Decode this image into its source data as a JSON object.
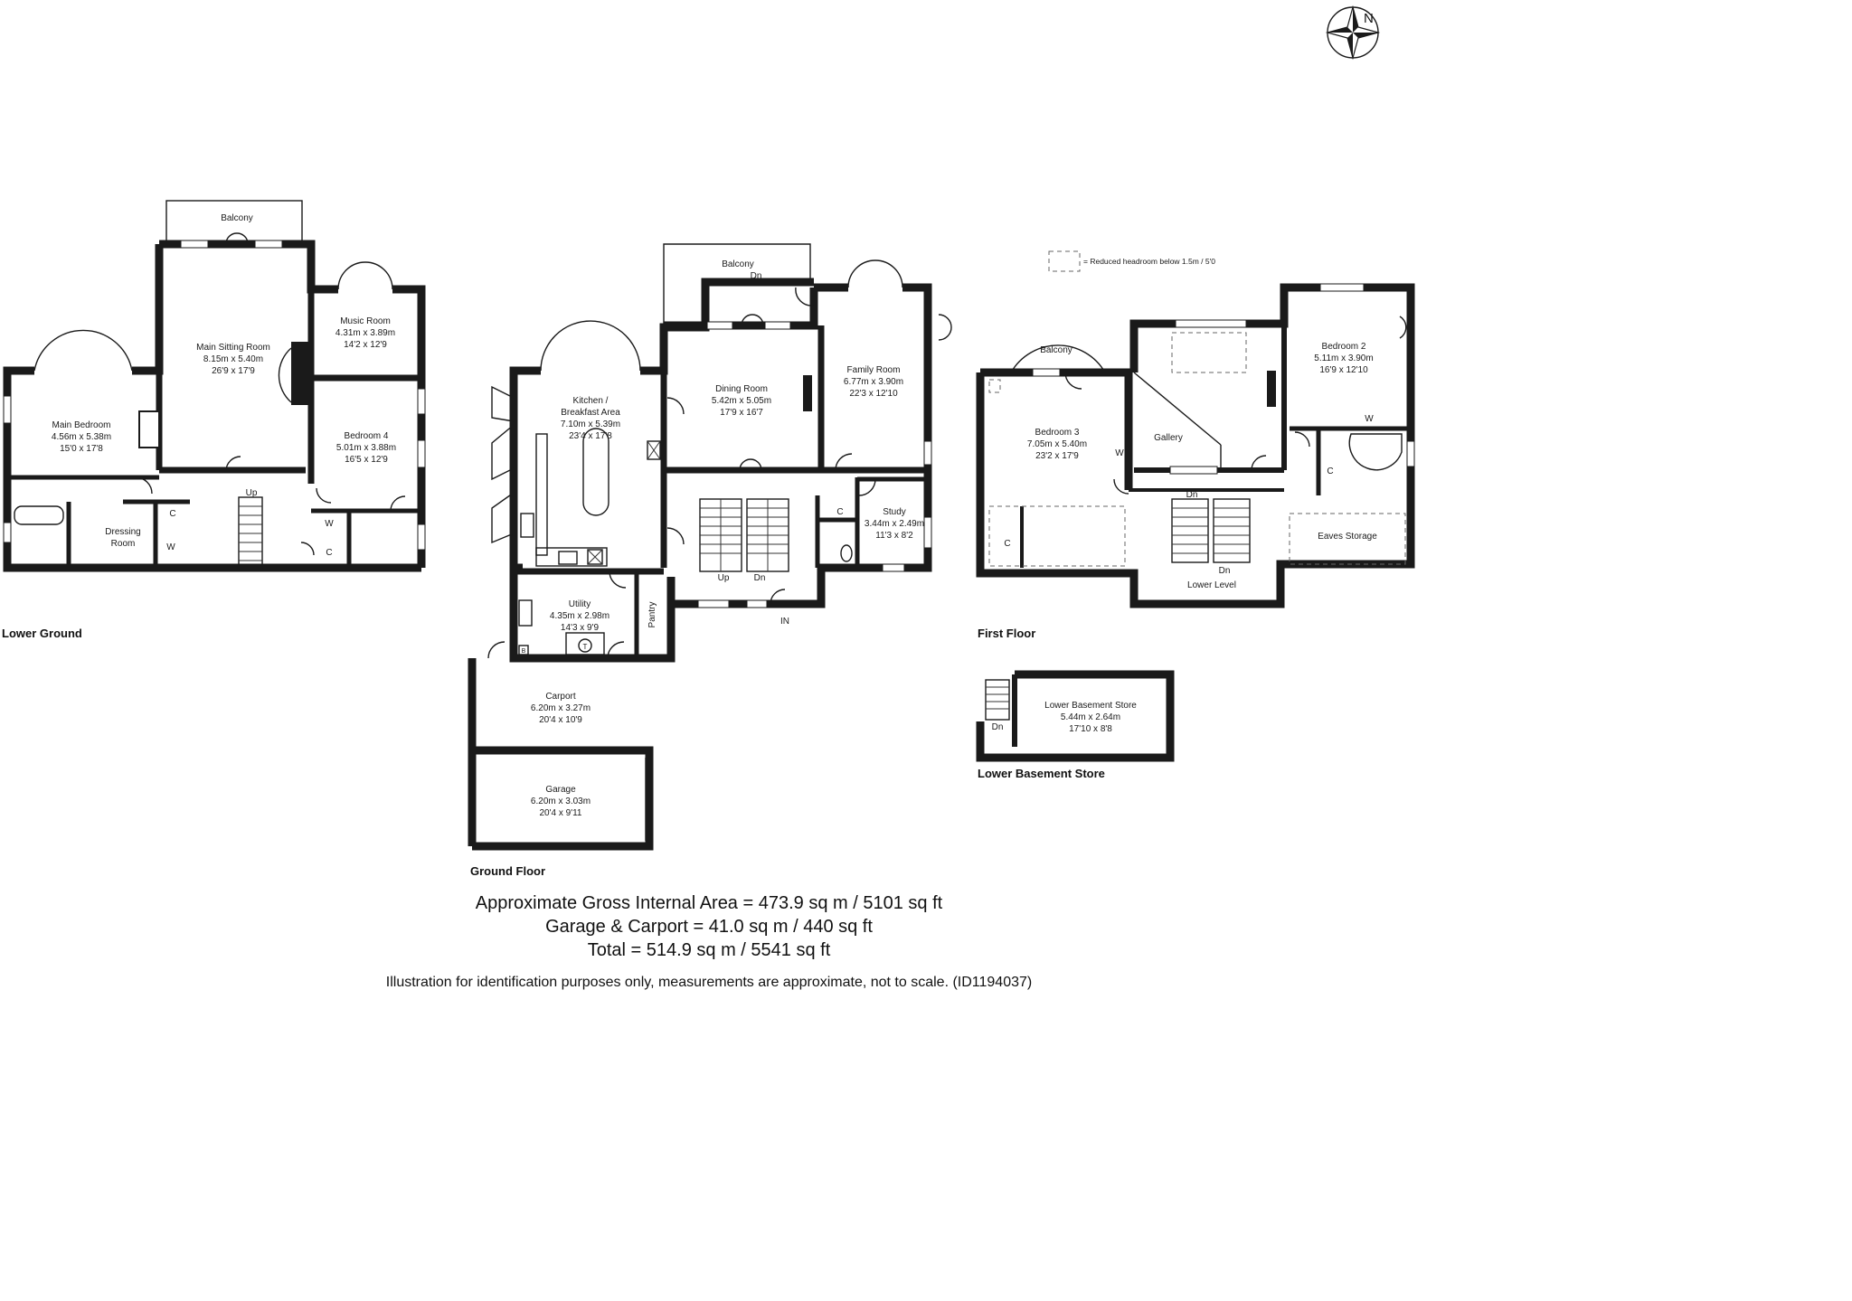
{
  "floors": {
    "lower_ground": "Lower Ground",
    "ground_floor": "Ground Floor",
    "first_floor": "First Floor",
    "lower_basement": "Lower Basement Store"
  },
  "compass": {
    "north": "N"
  },
  "legend": {
    "reduced_headroom": "= Reduced headroom below 1.5m / 5'0"
  },
  "rooms": {
    "lg_balcony": {
      "name": "Balcony"
    },
    "main_sitting": {
      "name": "Main Sitting Room",
      "metric": "8.15m x 5.40m",
      "imperial": "26'9 x 17'9"
    },
    "music": {
      "name": "Music Room",
      "metric": "4.31m x 3.89m",
      "imperial": "14'2 x 12'9"
    },
    "main_bedroom": {
      "name": "Main Bedroom",
      "metric": "4.56m x 5.38m",
      "imperial": "15'0 x 17'8"
    },
    "bedroom4": {
      "name": "Bedroom 4",
      "metric": "5.01m x 3.88m",
      "imperial": "16'5 x 12'9"
    },
    "dressing": {
      "name1": "Dressing",
      "name2": "Room"
    },
    "gf_balcony": {
      "name": "Balcony",
      "dn": "Dn"
    },
    "kitchen": {
      "name1": "Kitchen /",
      "name2": "Breakfast Area",
      "metric": "7.10m x 5.39m",
      "imperial": "23'4 x 17'8"
    },
    "dining": {
      "name": "Dining Room",
      "metric": "5.42m x 5.05m",
      "imperial": "17'9 x 16'7"
    },
    "family": {
      "name": "Family Room",
      "metric": "6.77m x 3.90m",
      "imperial": "22'3 x 12'10"
    },
    "study": {
      "name": "Study",
      "metric": "3.44m x 2.49m",
      "imperial": "11'3 x 8'2"
    },
    "utility": {
      "name": "Utility",
      "metric": "4.35m x 2.98m",
      "imperial": "14'3 x 9'9"
    },
    "pantry": {
      "name": "Pantry"
    },
    "carport": {
      "name": "Carport",
      "metric": "6.20m x 3.27m",
      "imperial": "20'4 x 10'9"
    },
    "garage": {
      "name": "Garage",
      "metric": "6.20m x 3.03m",
      "imperial": "20'4 x 9'11"
    },
    "ff_balcony": {
      "name": "Balcony"
    },
    "bedroom3": {
      "name": "Bedroom 3",
      "metric": "7.05m x 5.40m",
      "imperial": "23'2 x 17'9"
    },
    "gallery": {
      "name": "Gallery"
    },
    "bedroom2": {
      "name": "Bedroom 2",
      "metric": "5.11m x 3.90m",
      "imperial": "16'9 x 12'10"
    },
    "eaves": {
      "name": "Eaves Storage"
    },
    "lower_level": {
      "name": "Lower Level"
    },
    "basement_store": {
      "name": "Lower Basement Store",
      "metric": "5.44m x 2.64m",
      "imperial": "17'10 x 8'8"
    }
  },
  "marks": {
    "up": "Up",
    "dn": "Dn",
    "in": "IN",
    "c": "C",
    "w": "W",
    "t": "T",
    "b": "B"
  },
  "areas": {
    "gross": "Approximate Gross Internal Area = 473.9 sq m / 5101 sq ft",
    "garage": "Garage & Carport = 41.0 sq m / 440 sq ft",
    "total": "Total = 514.9 sq m / 5541 sq ft"
  },
  "disclaimer": "Illustration for identification purposes only, measurements are approximate, not to scale. (ID1194037)"
}
